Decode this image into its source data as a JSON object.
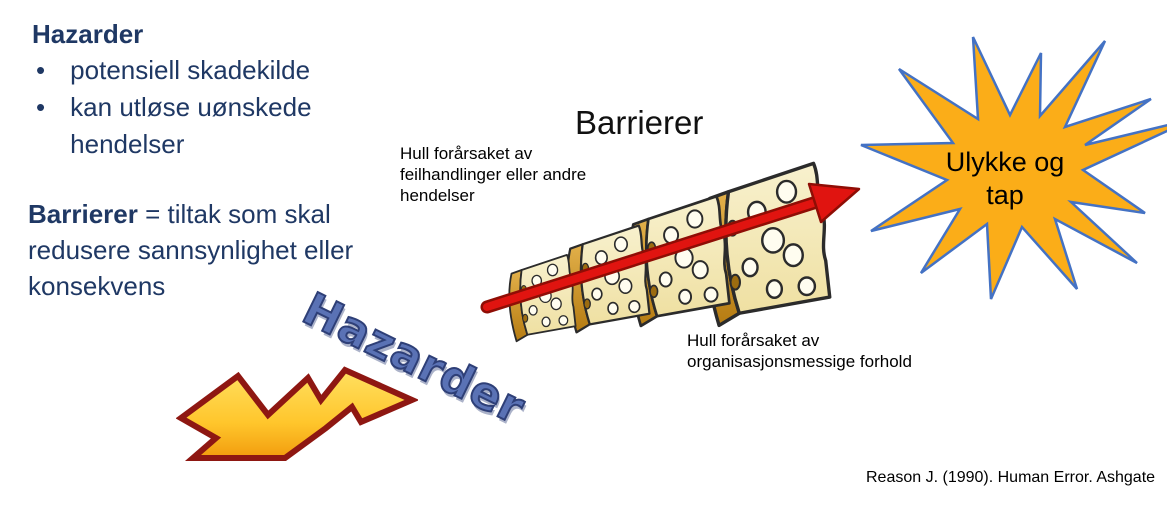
{
  "left_panel": {
    "heading": "Hazarder",
    "bullet_glyph": "•",
    "bullets": [
      "potensiell skadekilde",
      "kan utløse uønskede hendelser"
    ],
    "definition_term": "Barrierer",
    "definition_rest": "= tiltak som skal redusere sannsynlighet eller konsekvens"
  },
  "diagram": {
    "title": "Barrierer",
    "hole_label_top": "Hull forårsaket av feilhandlinger eller andre hendelser",
    "hole_label_bottom": "Hull forårsaket av organisasjonsmessige forhold",
    "hazard_wordart": "Hazarder",
    "accident_star_label": "Ulykke og tap",
    "cheese_slice_count": 4
  },
  "citation": "Reason J. (1990). Human Error. Ashgate",
  "colors": {
    "text_navy": "#1f3864",
    "text_black": "#000000",
    "star_fill": "#FBAD18",
    "star_border": "#4472C4",
    "cheese_face": "#F5EDC4",
    "cheese_rind": "#C98F1B",
    "arrow_red": "#E01410",
    "arrow_outline": "#8F0D05",
    "bolt_fill": "#FFC62C",
    "bolt_outline": "#8E1712",
    "wordart_blue": "#5A72B5"
  }
}
